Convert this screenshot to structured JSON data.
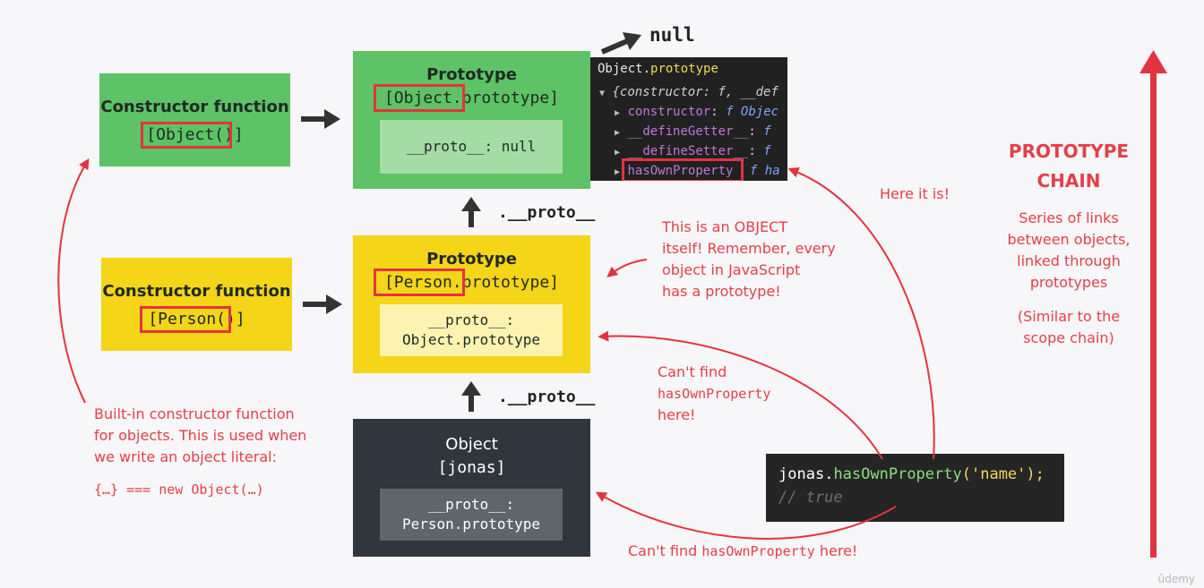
{
  "object_constructor": {
    "heading": "Constructor function",
    "code": "[Object()]"
  },
  "object_prototype": {
    "heading": "Prototype",
    "code": "[Object.prototype]",
    "inner": "__proto__: null"
  },
  "null_label": "null",
  "person_constructor": {
    "heading": "Constructor function",
    "code": "[Person()]"
  },
  "person_prototype": {
    "heading": "Prototype",
    "code": "[Person.prototype]",
    "inner_line1": "__proto__:",
    "inner_line2": "Object.prototype"
  },
  "jonas_object": {
    "heading": "Object",
    "code": "[jonas]",
    "inner_line1": "__proto__:",
    "inner_line2": "Person.prototype"
  },
  "proto_link_label": ".__proto__",
  "console": {
    "title_prefix": "Object.",
    "title_suffix": "prototype",
    "summary": "{constructor: f, __def",
    "rows": [
      {
        "key": "constructor",
        "sep": ":",
        "value": "f Objec"
      },
      {
        "key": "__defineGetter__",
        "sep": ":",
        "value": "f"
      },
      {
        "key": "__defineSetter__",
        "sep": ":",
        "value": "f"
      },
      {
        "key": "hasOwnProperty",
        "sep": "",
        "value": "f ha"
      }
    ]
  },
  "notes": {
    "object_itself": [
      "This is an OBJECT",
      "itself! Remember, every",
      "object in JavaScript",
      "has a prototype!"
    ],
    "here_it_is": "Here it is!",
    "cant_find_1_line1": "Can't find",
    "cant_find_1_code": "hasOwnProperty",
    "cant_find_1_line3": "here!",
    "cant_find_2_prefix": "Can't find ",
    "cant_find_2_code": "hasOwnProperty",
    "cant_find_2_suffix": " here!",
    "builtin": [
      "Built-in constructor function",
      "for objects. This is used when",
      "we write an object literal:"
    ],
    "literal": "{…} === new Object(…)"
  },
  "code_snippet": {
    "obj": "jonas",
    "dot": ".",
    "method": "hasOwnProperty",
    "open": "(",
    "arg": "'name'",
    "close": ");",
    "comment": "// true"
  },
  "chain_panel": {
    "title_line1": "PROTOTYPE",
    "title_line2": "CHAIN",
    "desc": [
      "Series of links",
      "between objects,",
      "linked through",
      "prototypes"
    ],
    "similar": [
      "(Similar to the",
      "scope chain)"
    ]
  },
  "watermark": "ûdemy",
  "colors": {
    "accent_red": "#e3333f",
    "green": "#5ec266",
    "yellow": "#f4d517",
    "dark": "#2f363d"
  }
}
